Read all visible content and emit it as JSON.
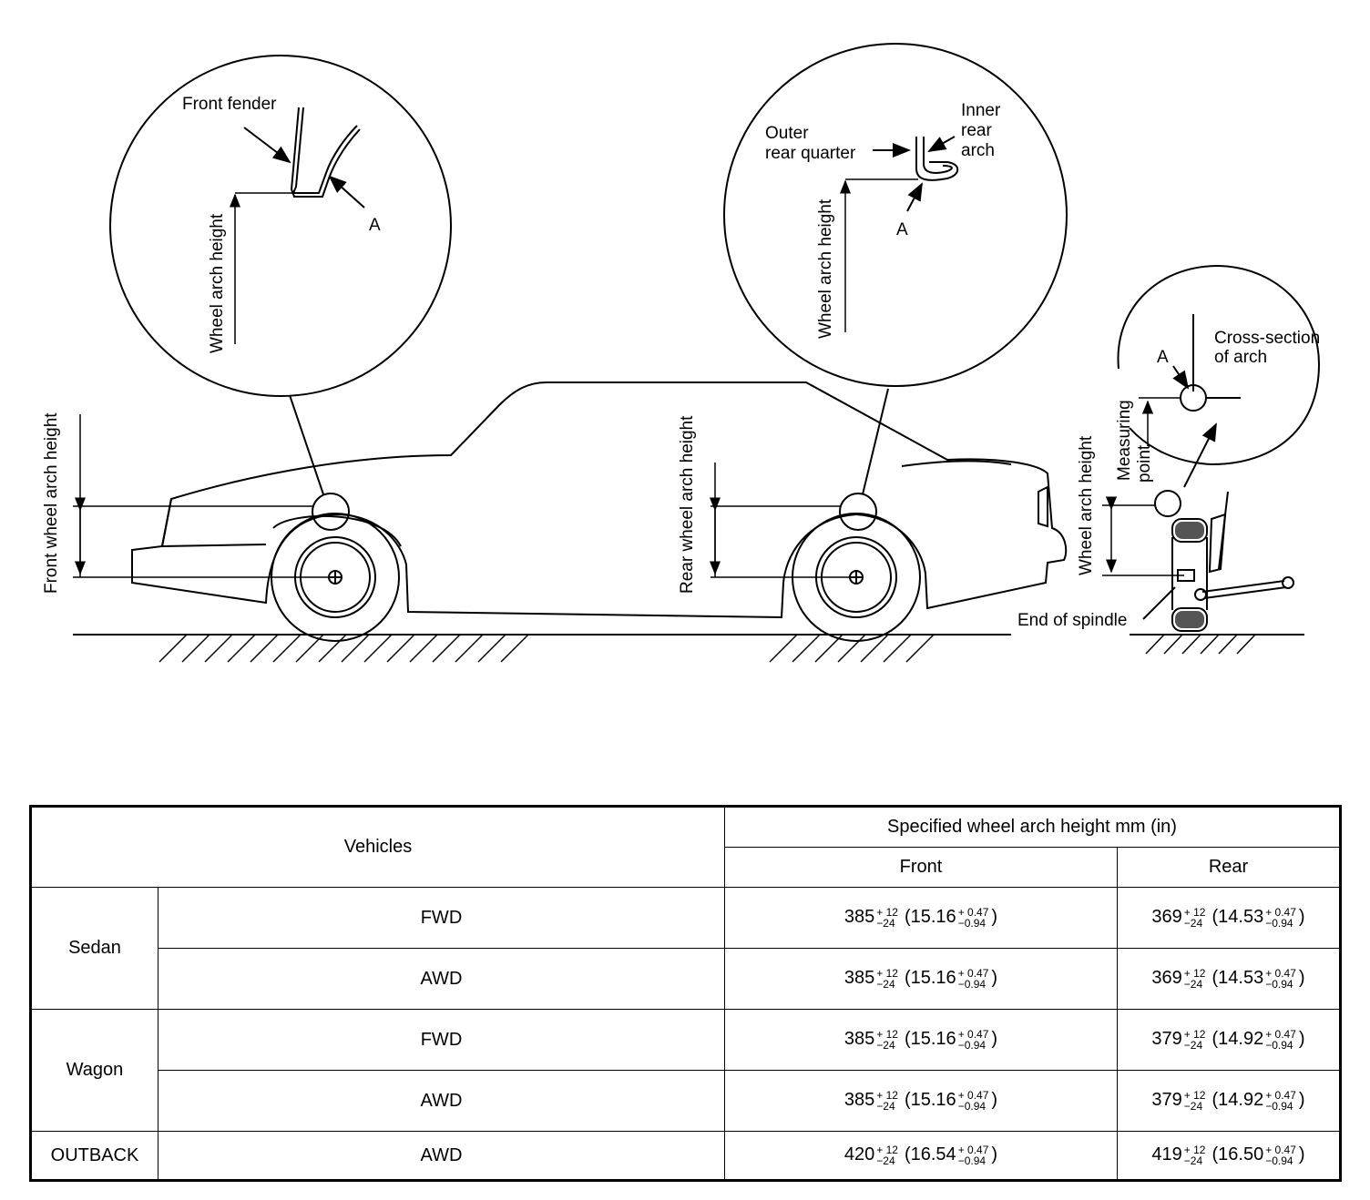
{
  "diagram": {
    "callout_front": {
      "fender_label": "Front fender",
      "a_label": "A",
      "height_label": "Wheel arch height"
    },
    "callout_rear": {
      "outer_label_1": "Outer",
      "outer_label_2": "rear quarter",
      "inner_label_1": "Inner",
      "inner_label_2": "rear",
      "inner_label_3": "arch",
      "a_label": "A",
      "height_label": "Wheel arch height"
    },
    "callout_side": {
      "cross_label_1": "Cross-section",
      "cross_label_2": "of arch",
      "a_label": "A",
      "measuring_1": "Measuring",
      "measuring_2": "point",
      "height_label": "Wheel arch height",
      "spindle_label": "End of spindle"
    },
    "front_height_label": "Front wheel arch height",
    "rear_height_label": "Rear wheel arch height"
  },
  "table": {
    "vehicles_header": "Vehicles",
    "spec_header": "Specified wheel arch height mm (in)",
    "front_header": "Front",
    "rear_header": "Rear",
    "rows": [
      {
        "group": "Sedan",
        "drive": "FWD",
        "front": {
          "mm": "385",
          "mm_plus": "+ 12",
          "mm_minus": "−24",
          "in": "(15.16",
          "in_plus": "+ 0.47",
          "in_minus": "−0.94"
        },
        "rear": {
          "mm": "369",
          "mm_plus": "+ 12",
          "mm_minus": "−24",
          "in": "(14.53",
          "in_plus": "+ 0.47",
          "in_minus": "−0.94"
        }
      },
      {
        "group": "Sedan",
        "drive": "AWD",
        "front": {
          "mm": "385",
          "mm_plus": "+ 12",
          "mm_minus": "−24",
          "in": "(15.16",
          "in_plus": "+ 0.47",
          "in_minus": "−0.94"
        },
        "rear": {
          "mm": "369",
          "mm_plus": "+ 12",
          "mm_minus": "−24",
          "in": "(14.53",
          "in_plus": "+ 0.47",
          "in_minus": "−0.94"
        }
      },
      {
        "group": "Wagon",
        "drive": "FWD",
        "front": {
          "mm": "385",
          "mm_plus": "+ 12",
          "mm_minus": "−24",
          "in": "(15.16",
          "in_plus": "+ 0.47",
          "in_minus": "−0.94"
        },
        "rear": {
          "mm": "379",
          "mm_plus": "+ 12",
          "mm_minus": "−24",
          "in": "(14.92",
          "in_plus": "+ 0.47",
          "in_minus": "−0.94"
        }
      },
      {
        "group": "Wagon",
        "drive": "AWD",
        "front": {
          "mm": "385",
          "mm_plus": "+ 12",
          "mm_minus": "−24",
          "in": "(15.16",
          "in_plus": "+ 0.47",
          "in_minus": "−0.94"
        },
        "rear": {
          "mm": "379",
          "mm_plus": "+ 12",
          "mm_minus": "−24",
          "in": "(14.92",
          "in_plus": "+ 0.47",
          "in_minus": "−0.94"
        }
      },
      {
        "group": "OUTBACK",
        "drive": "AWD",
        "front": {
          "mm": "420",
          "mm_plus": "+ 12",
          "mm_minus": "−24",
          "in": "(16.54",
          "in_plus": "+ 0.47",
          "in_minus": "−0.94"
        },
        "rear": {
          "mm": "419",
          "mm_plus": "+ 12",
          "mm_minus": "−24",
          "in": "(16.50",
          "in_plus": "+ 0.47",
          "in_minus": "−0.94"
        }
      }
    ],
    "close_paren": ")"
  }
}
